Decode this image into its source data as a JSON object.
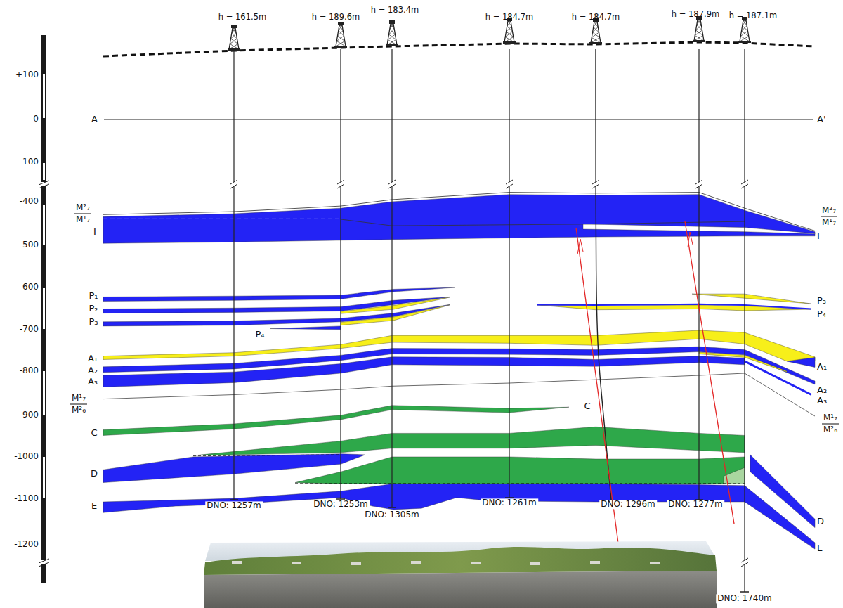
{
  "diagram": {
    "labels": [
      "+100",
      "0",
      "-100",
      "-400",
      "-500",
      "-600",
      "-700",
      "-800",
      "-900",
      "-1000",
      "-1100",
      "-1200",
      "A",
      "A'",
      "h = 161.5m",
      "h = 189.6m",
      "h = 183.4m",
      "h = 184.7m",
      "h = 184.7m",
      "h = 187.9m",
      "h = 187.1m",
      "M²₇",
      "M¹₇",
      "I",
      "P₁",
      "P₂",
      "P₃",
      "P₄",
      "A₁",
      "A₂",
      "A₃",
      "M¹₇",
      "M²₆",
      "C",
      "D",
      "E",
      "C",
      "M²₇",
      "M¹₇",
      "I",
      "P₃",
      "P₄",
      "A₁",
      "A₂",
      "A₃",
      "M¹₇",
      "M²₆",
      "D",
      "E",
      "DNO: 1257m",
      "DNO: 1253m",
      "DNO: 1305m",
      "DNO: 1261m",
      "DNO: 1296m",
      "DNO: 1277m",
      "DNO: 1740m"
    ]
  }
}
